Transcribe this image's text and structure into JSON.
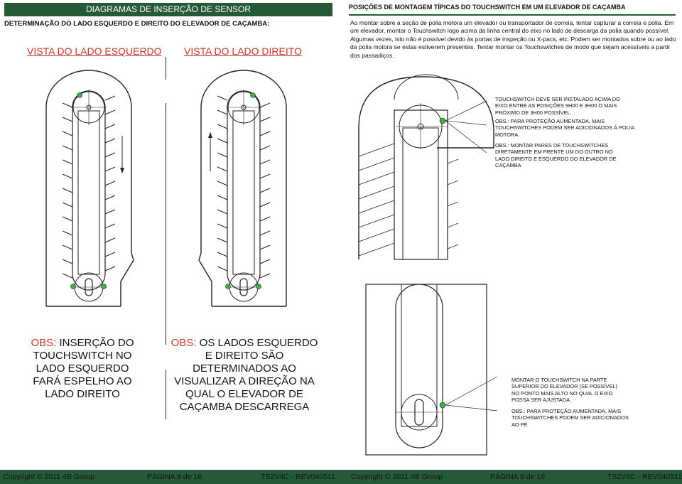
{
  "left_page": {
    "banner": "DIAGRAMAS DE INSERÇÃO DE SENSOR",
    "subtitle": "DETERMINAÇÃO DO LADO ESQUERDO E DIREITO DO ELEVADOR DE CAÇAMBA:",
    "view_left": "VISTA DO LADO ESQUERDO",
    "view_right": "VISTA DO LADO DIREITO",
    "obs1_prefix": "OBS:",
    "obs1_text": "INSERÇÃO DO TOUCHSWITCH NO LADO ESQUERDO FARÁ ESPELHO AO LADO DIREITO",
    "obs2_prefix": "OBS:",
    "obs2_text": "OS LADOS ESQUERDO E DIREITO SÃO DETERMINADOS AO VISUALIZAR A DIREÇÃO NA QUAL O ELEVADOR DE CAÇAMBA DESCARREGA"
  },
  "right_page": {
    "title": "POSIÇÕES DE MONTAGEM TÍPICAS DO TOUCHSWITCH EM UM ELEVADOR DE CAÇAMBA",
    "body": "Ao montar sobre a seção de polia motora um elevador ou transportador de correia, tentar capturar a correia e polia. Em um elevador, montar o Touchswitch logo acima da linha central do eixo no lado de descarga da polia quando possível. Algumas vezes, isto não é possível devido às portas de inspeção ou X-pacs, etc. Podem ser montados sobre ou ao lado da polia motora se estas estiverem presentes. Tentar montar os Touchswitches de modo que sejam acessíveis a partir dos passadiços.",
    "note_top_1": "TOUCHSWITCH DEVE SER INSTALADO ACIMA DO EIXO ENTRE AS POSIÇÕES 9H00 E 3H00 O MAIS PRÓXIMO DE 3H00 POSSÍVEL.",
    "note_top_2": "OBS.: PARA PROTEÇÃO AUMENTADA, MAIS TOUCHSWITCHES PODEM SER ADICIONADOS À POLIA MOTORA",
    "note_top_3": "OBS.: MONTAR PARES DE TOUCHSWITCHES DIRETAMENTE EM FRENTE UM DO OUTRO NO LADO DIREITO E ESQUERDO DO ELEVADOR DE CAÇAMBA",
    "note_bottom_1": "MONTAR O TOUCHSWITCH NA PARTE SUPERIOR DO ELEVADOR (SE POSSÍVEL) NO PONTO MAIS ALTO NO QUAL O EIXO POSSA SER AJUSTADA",
    "note_bottom_2": "OBS.: PARA PROTEÇÃO AUMENTADA, MAIS TOUCHSWITCHES PODEM SER ADICIONADOS AO PÉ"
  },
  "footer": {
    "copyright_left": "Copyright © 2011 4B Group",
    "page_left": "PÁGINA 8 de 16",
    "doc_left": "TS2V4C - REV040511",
    "copyright_right": "Copyright © 2011 4B Group",
    "page_right": "PÁGINA 9 de 16",
    "doc_right": "TS2V4C - REV040511"
  },
  "colors": {
    "banner": "#245a36",
    "obs_red": "#c0392b",
    "sensor_green": "#3cb043"
  },
  "icons": [
    "up-arrow-icon",
    "down-arrow-icon",
    "touchswitch-sensor-icon"
  ]
}
